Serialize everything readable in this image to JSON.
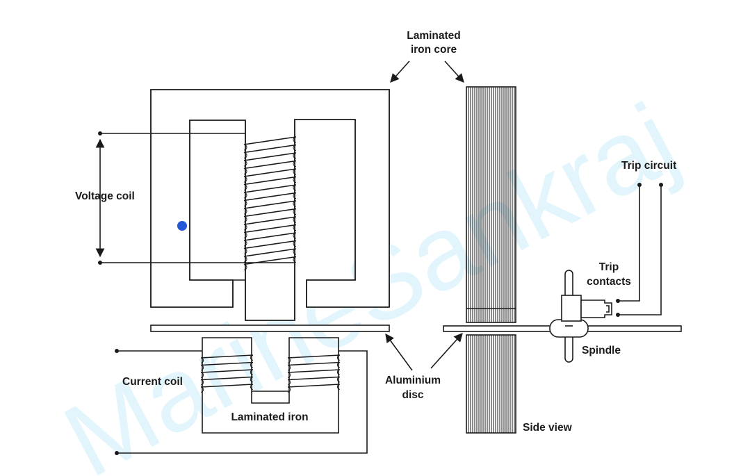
{
  "watermark": "MarineSankraj",
  "labels": {
    "laminated_iron_core_line1": "Laminated",
    "laminated_iron_core_line2": "iron core",
    "voltage_coil": "Voltage coil",
    "trip_circuit": "Trip circuit",
    "trip_contacts_line1": "Trip",
    "trip_contacts_line2": "contacts",
    "spindle": "Spindle",
    "current_coil": "Current coil",
    "aluminium_disc_line1": "Aluminium",
    "aluminium_disc_line2": "disc",
    "laminated_iron": "Laminated iron",
    "side_view": "Side view"
  },
  "colors": {
    "line": "#1a1a1a",
    "watermark": "#27b6ea",
    "marker_dot": "#2458d6"
  }
}
